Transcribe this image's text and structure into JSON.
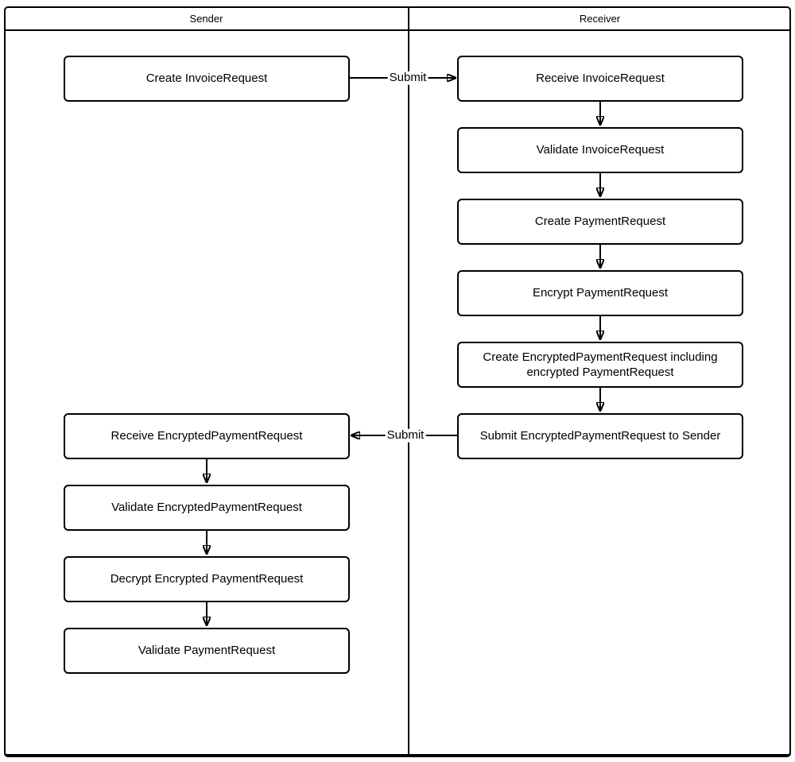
{
  "diagram": {
    "lanes": [
      {
        "label": "Sender"
      },
      {
        "label": "Receiver"
      }
    ],
    "sender_nodes": [
      "Create InvoiceRequest",
      "Receive EncryptedPaymentRequest",
      "Validate EncryptedPaymentRequest",
      "Decrypt Encrypted PaymentRequest",
      "Validate PaymentRequest"
    ],
    "receiver_nodes": [
      "Receive InvoiceRequest",
      "Validate InvoiceRequest",
      "Create PaymentRequest",
      "Encrypt PaymentRequest",
      "Create EncryptedPaymentRequest including encrypted PaymentRequest",
      "Submit EncryptedPaymentRequest to Sender"
    ],
    "edge_labels": {
      "invoice_submit": "Submit",
      "payment_submit": "Submit"
    },
    "colors": {
      "line": "#000000",
      "fill": "#ffffff",
      "text": "#000000"
    }
  }
}
